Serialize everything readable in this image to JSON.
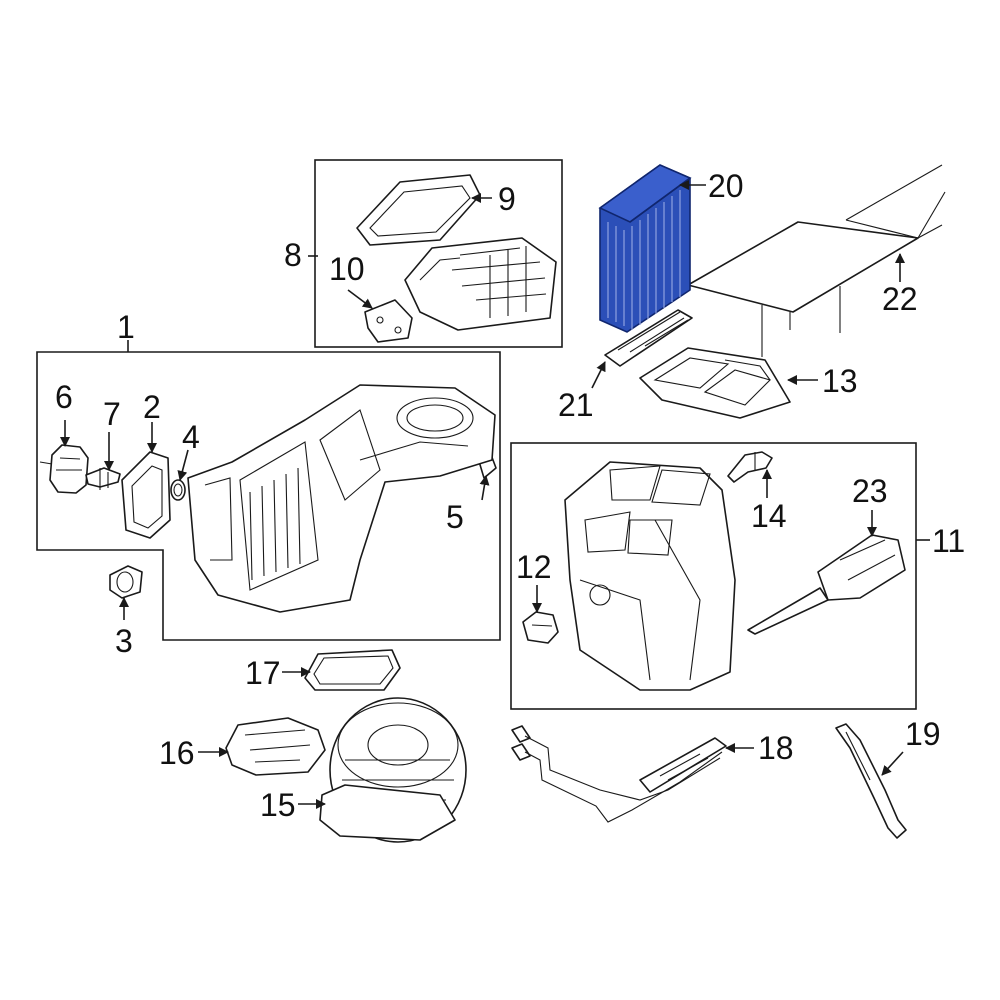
{
  "highlight_color": "#2b4fb8",
  "callouts": {
    "c1": "1",
    "c2": "2",
    "c3": "3",
    "c4": "4",
    "c5": "5",
    "c6": "6",
    "c7": "7",
    "c8": "8",
    "c9": "9",
    "c10": "10",
    "c11": "11",
    "c12": "12",
    "c13": "13",
    "c14": "14",
    "c15": "15",
    "c16": "16",
    "c17": "17",
    "c18": "18",
    "c19": "19",
    "c20": "20",
    "c21": "21",
    "c22": "22",
    "c23": "23"
  }
}
